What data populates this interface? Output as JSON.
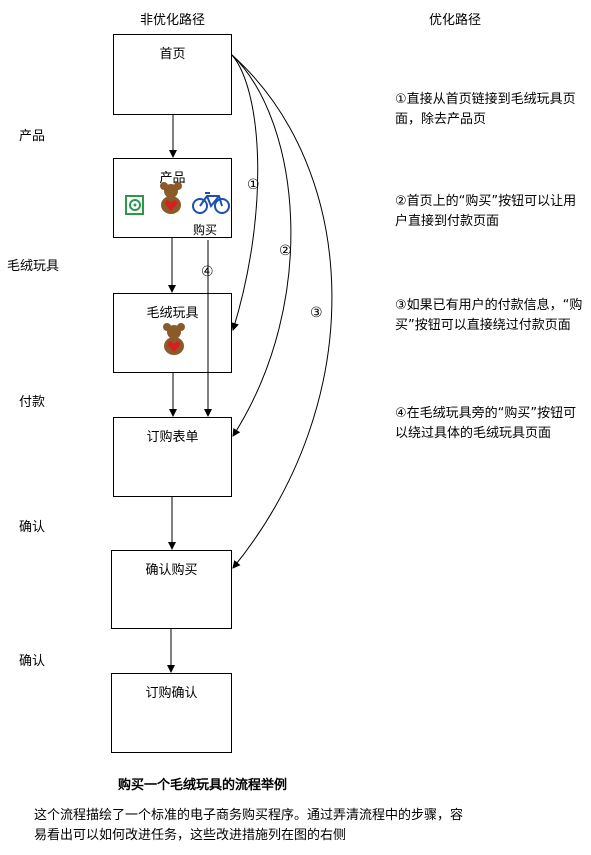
{
  "headers": {
    "left": "非优化路径",
    "right": "优化路径"
  },
  "side_labels": [
    "产品",
    "毛绒玩具",
    "付款",
    "确认",
    "确认"
  ],
  "boxes": {
    "home": "首页",
    "product": "产品",
    "plush": "毛绒玩具",
    "order_form": "订购表单",
    "confirm_purchase": "确认购买",
    "order_confirm": "订购确认"
  },
  "buy_label": "购买",
  "markers": [
    "①",
    "②",
    "③",
    "④"
  ],
  "notes": [
    "①直接从首页链接到毛绒玩具页面，除去产品页",
    "②首页上的“购买”按钮可以让用户直接到付款页面",
    "③如果已有用户的付款信息，“购买”按钮可以直接绕过付款页面",
    "④在毛绒玩具旁的“购买”按钮可以绕过具体的毛绒玩具页面"
  ],
  "caption": {
    "title": "购买一个毛绒玩具的流程举例",
    "body": "这个流程描绘了一个标准的电子商务购买程序。通过弄清流程中的步骤，容易看出可以如何改进任务，这些改进措施列在图的右侧"
  },
  "colors": {
    "ink": "#000000",
    "bear": "#8b5a2b",
    "heart": "#d81e1e",
    "bike": "#1e4fb0",
    "cd": "#2a9a4a"
  }
}
